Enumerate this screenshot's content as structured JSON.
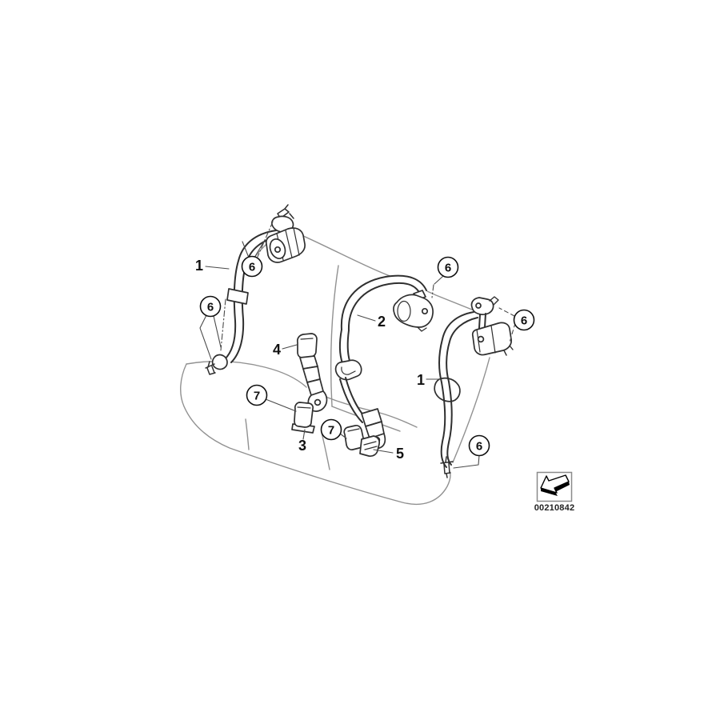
{
  "diagram": {
    "kind": "parts-catalog line drawing",
    "subject": "rear bench seat with safety belts",
    "colors": {
      "background": "#ffffff",
      "part_line": "#2f2f2f",
      "seat_line": "#919191",
      "leader_line": "#4a4a4a",
      "callout_text": "#111111"
    }
  },
  "callouts": {
    "plain": [
      {
        "label": "1"
      },
      {
        "label": "2"
      },
      {
        "label": "4"
      },
      {
        "label": "1"
      },
      {
        "label": "3"
      },
      {
        "label": "5"
      }
    ],
    "circled": [
      {
        "label": "6"
      },
      {
        "label": "6"
      },
      {
        "label": "6"
      },
      {
        "label": "6"
      },
      {
        "label": "6"
      },
      {
        "label": "7"
      },
      {
        "label": "7"
      }
    ]
  },
  "footer": {
    "icon": "direction-arrow-icon",
    "doc_number": "00210842"
  }
}
